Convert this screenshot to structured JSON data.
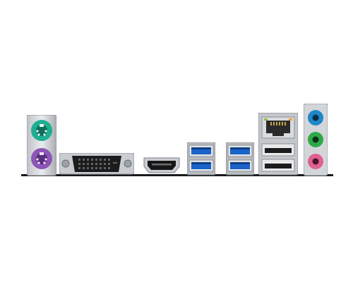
{
  "panel": {
    "ports": [
      {
        "name": "ps2-keyboard-mouse",
        "colors": [
          "#1fae91",
          "#8c55b6"
        ]
      },
      {
        "name": "dvi-d"
      },
      {
        "name": "hdmi"
      },
      {
        "name": "usb-3-pair-a",
        "color": "#1a63c9"
      },
      {
        "name": "usb-3-pair-b",
        "color": "#1a63c9"
      },
      {
        "name": "lan-rj45"
      },
      {
        "name": "usb-2-pair",
        "color": "#1c1c1c"
      },
      {
        "name": "audio-jacks",
        "colors": [
          "#1f86c9",
          "#2fa848",
          "#e0618e"
        ]
      }
    ]
  }
}
